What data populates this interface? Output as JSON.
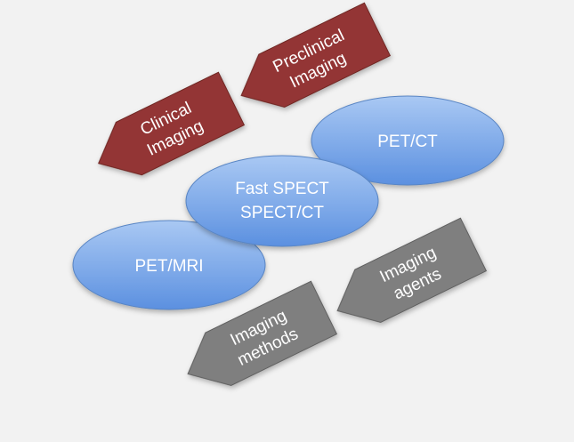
{
  "diagram": {
    "ellipses": [
      {
        "id": "pet-ct",
        "lines": [
          "PET/CT"
        ]
      },
      {
        "id": "fast-spect",
        "lines": [
          "Fast SPECT",
          "SPECT/CT"
        ]
      },
      {
        "id": "pet-mri",
        "lines": [
          "PET/MRI"
        ]
      }
    ],
    "arrows": [
      {
        "id": "preclinical",
        "lines": [
          "Preclinical",
          "Imaging"
        ]
      },
      {
        "id": "clinical",
        "lines": [
          "Clinical",
          "Imaging"
        ]
      },
      {
        "id": "imaging-agents",
        "lines": [
          "Imaging",
          "agents"
        ]
      },
      {
        "id": "imaging-methods",
        "lines": [
          "Imaging",
          "methods"
        ]
      }
    ],
    "colors": {
      "background": "#f2f2f2",
      "ellipse_light": "#a9c8f3",
      "ellipse_dark": "#5b90e0",
      "ellipse_stroke": "#5a86c4",
      "red_arrow": "#933634",
      "red_arrow_stroke": "#6e2523",
      "grey_arrow": "#7f7f7f",
      "grey_arrow_stroke": "#5e5e5e"
    }
  }
}
